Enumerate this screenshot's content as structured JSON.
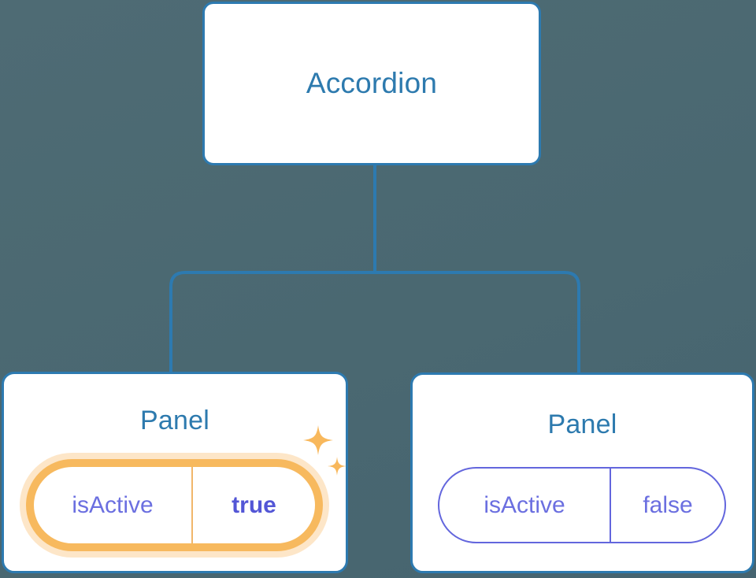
{
  "diagram": {
    "type": "component-tree",
    "background_color": "#4c6a73",
    "node_border_color": "#2d7ab0",
    "node_title_color": "#2d7aae",
    "connector_color": "#2d7ab0",
    "prop_text_color": "#6b6fe0",
    "highlight_color": "#f7b95e",
    "highlight_glow_color": "#fad9a6"
  },
  "nodes": {
    "root": {
      "title": "Accordion"
    },
    "left_panel": {
      "title": "Panel",
      "prop": {
        "key": "isActive",
        "value": "true",
        "highlighted": true,
        "value_bold": true
      },
      "sparkle_large_icon": "sparkle-icon",
      "sparkle_small_icon": "sparkle-icon"
    },
    "right_panel": {
      "title": "Panel",
      "prop": {
        "key": "isActive",
        "value": "false",
        "highlighted": false,
        "value_bold": false
      }
    }
  },
  "edges": [
    {
      "from": "Accordion",
      "to": "Panel (left)"
    },
    {
      "from": "Accordion",
      "to": "Panel (right)"
    }
  ]
}
